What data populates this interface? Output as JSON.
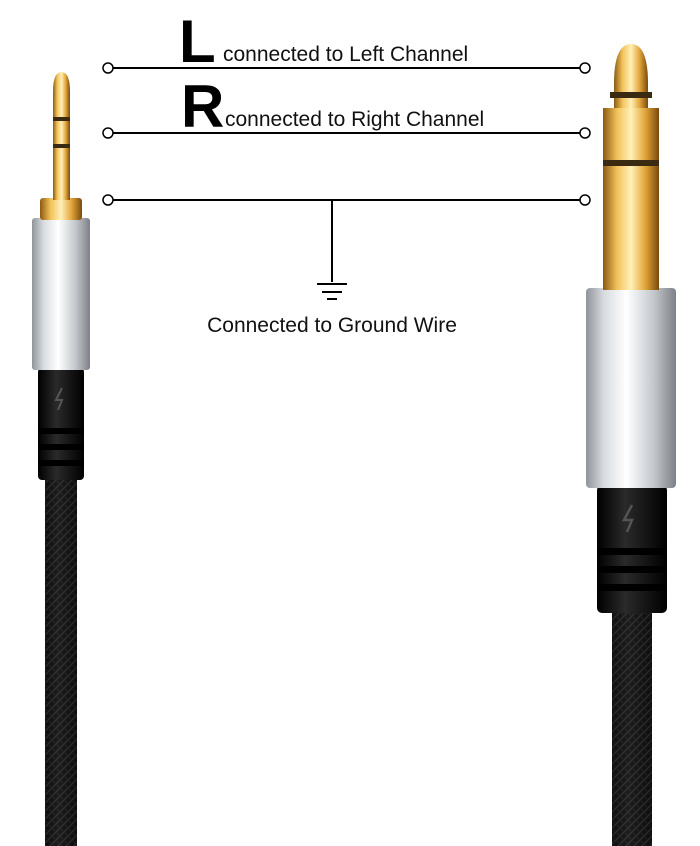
{
  "labels": {
    "left_letter": "L",
    "left_text": "connected to Left Channel",
    "right_letter": "R",
    "right_text": "connected to Right Channel",
    "ground_text": "Connected to Ground Wire"
  },
  "colors": {
    "line": "#000000",
    "gold": "#d9a441",
    "silver": "#c9cdd1",
    "cable": "#141414",
    "band": "#3a2a12"
  }
}
